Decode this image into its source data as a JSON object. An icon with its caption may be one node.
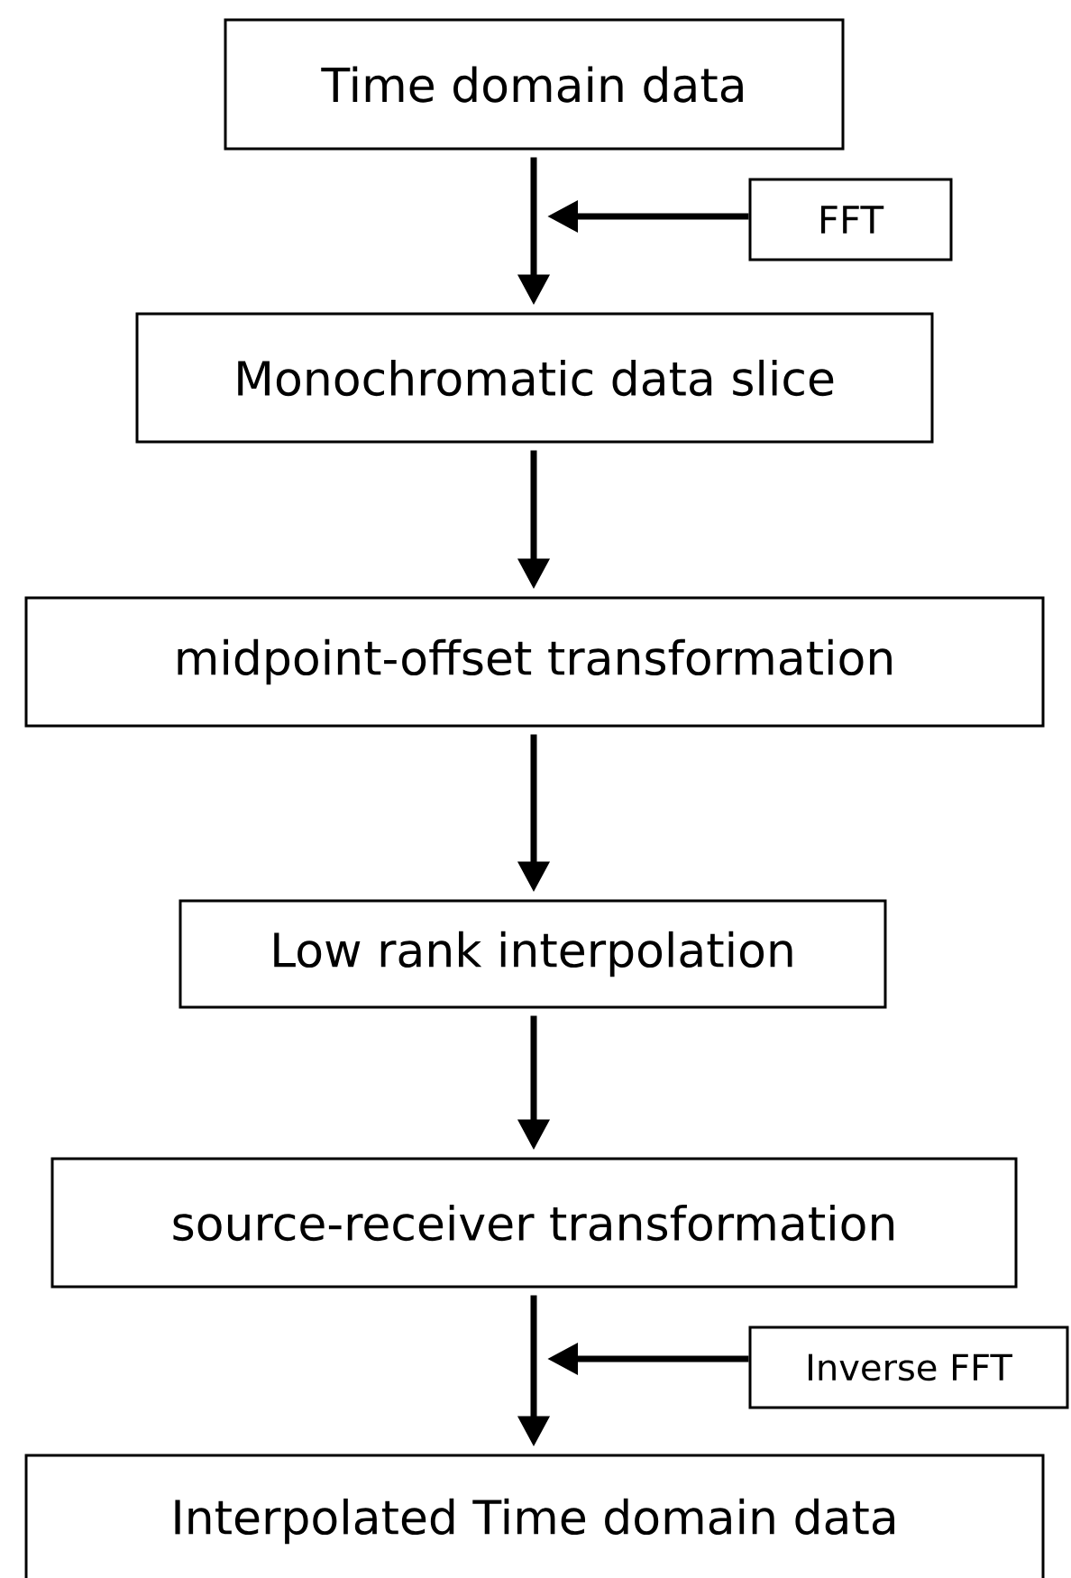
{
  "diagram": {
    "nodes": [
      {
        "text": [
          "Time domain data"
        ]
      },
      {
        "text": [
          "FFT"
        ]
      },
      {
        "text": [
          "Monochromatic data slice"
        ]
      },
      {
        "text": [
          "midpoint-offset transformation"
        ]
      },
      {
        "text": [
          "Low rank interpolation"
        ]
      },
      {
        "text": [
          "source-receiver transformation"
        ]
      },
      {
        "text": [
          "Inverse FFT"
        ]
      },
      {
        "text": [
          "Interpolated Time domain data"
        ]
      }
    ],
    "edges": [
      {
        "from": 0,
        "to": 2,
        "arrow": "to"
      },
      {
        "from": 1,
        "to": null,
        "arrow": "to"
      },
      {
        "from": 2,
        "to": 3,
        "arrow": "to"
      },
      {
        "from": 3,
        "to": 4,
        "arrow": "to"
      },
      {
        "from": 4,
        "to": 5,
        "arrow": "to"
      },
      {
        "from": 5,
        "to": 7,
        "arrow": "to"
      },
      {
        "from": 6,
        "to": null,
        "arrow": "to"
      }
    ]
  }
}
